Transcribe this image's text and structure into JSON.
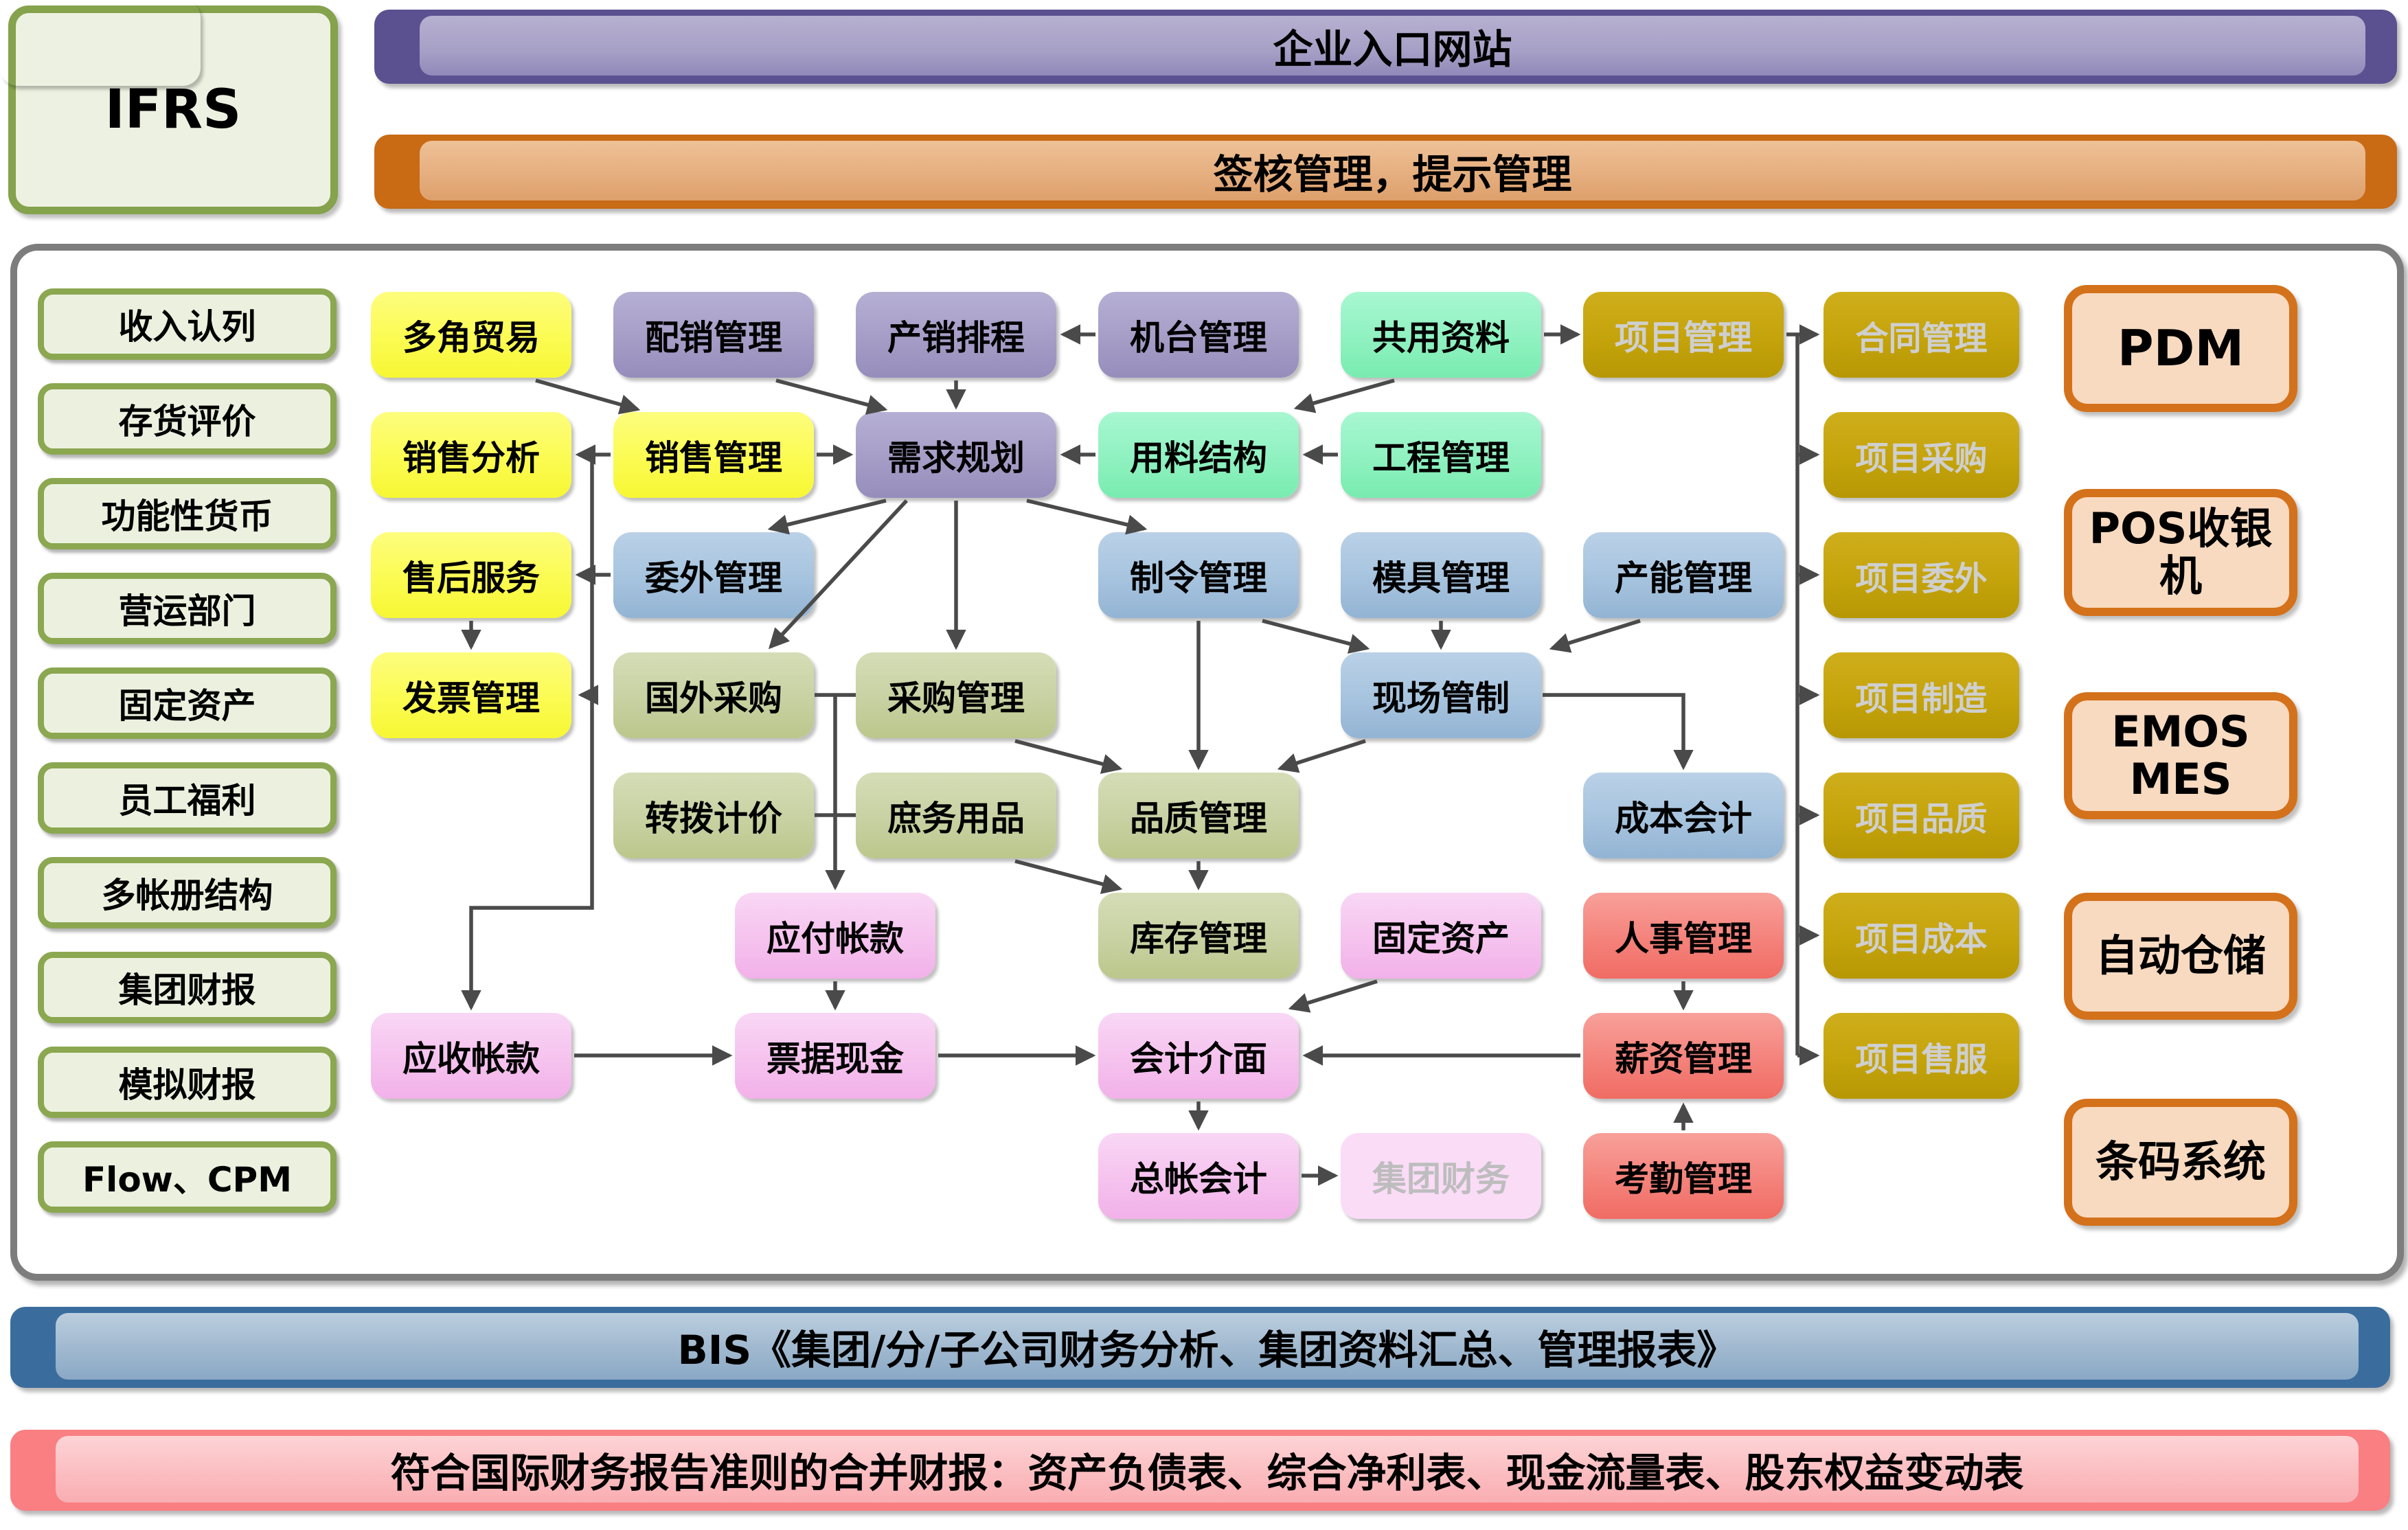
{
  "ifrs": {
    "label": "IFRS"
  },
  "banners": {
    "portal": "企业入口网站",
    "approval": "签核管理，提示管理",
    "bis": "BIS《集团/分/子公司财务分析、集团资料汇总、管理报表》",
    "ifrs_report": "符合国际财务报告准则的合并财报：资产负债表、综合净利表、现金流量表、股东权益变动表"
  },
  "left_column": {
    "items": [
      "收入认列",
      "存货评价",
      "功能性货币",
      "营运部门",
      "固定资产",
      "员工福利",
      "多帐册结构",
      "集团财报",
      "模拟财报",
      "Flow、CPM"
    ]
  },
  "flow": {
    "multi_trade": "多角贸易",
    "distribution": "配销管理",
    "prod_sched": "产销排程",
    "machine": "机台管理",
    "shared_data": "共用资料",
    "project_mgmt": "项目管理",
    "sales_analysis": "销售分析",
    "sales_mgmt": "销售管理",
    "demand_planning": "需求规划",
    "bom": "用料结构",
    "engineering": "工程管理",
    "after_sales": "售后服务",
    "outsourcing": "委外管理",
    "work_order": "制令管理",
    "mold": "模具管理",
    "capacity": "产能管理",
    "invoice": "发票管理",
    "foreign_purchase": "国外采购",
    "purchasing": "采购管理",
    "shop_floor": "现场管制",
    "transfer_pricing": "转拨计价",
    "general_affairs": "庶务用品",
    "quality": "品质管理",
    "cost_accounting": "成本会计",
    "accounts_payable": "应付帐款",
    "inventory": "库存管理",
    "fixed_assets": "固定资产",
    "hr": "人事管理",
    "accounts_receivable": "应收帐款",
    "notes_cash": "票据现金",
    "accounting_interface": "会计介面",
    "payroll": "薪资管理",
    "general_ledger": "总帐会计",
    "group_finance": "集团财务",
    "attendance": "考勤管理"
  },
  "gold_column": {
    "items": [
      "合同管理",
      "项目采购",
      "项目委外",
      "项目制造",
      "项目品质",
      "项目成本",
      "项目售服"
    ]
  },
  "right_column": {
    "items": [
      "PDM",
      "POS收银机",
      "EMOS\nMES",
      "自动仓储",
      "条码系统"
    ]
  },
  "colors": {
    "accent_purple": "#5b5090",
    "accent_orange": "#c96a15",
    "accent_blue": "#3a6d9e",
    "accent_red": "#f97f83",
    "gold": "#c4a30b",
    "green_border": "#8ba750",
    "orange_border": "#d4711b",
    "arrow": "#4a4a4a"
  }
}
